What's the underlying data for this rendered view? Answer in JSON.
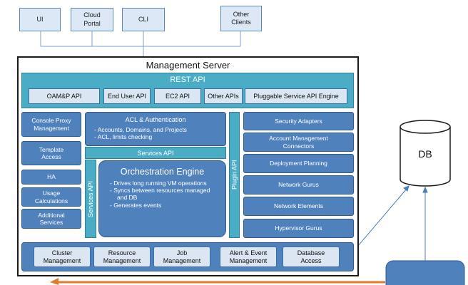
{
  "clients": [
    {
      "label": "UI"
    },
    {
      "label": "Cloud\nPortal"
    },
    {
      "label": "CLI"
    },
    {
      "label": "Other\nClients"
    }
  ],
  "server": {
    "title": "Management Server",
    "rest_api": {
      "title": "REST API",
      "apis": [
        "OAM&P API",
        "End User API",
        "EC2 API",
        "Other APIs",
        "Pluggable Service API Engine"
      ]
    },
    "left_column": [
      "Console Proxy\nManagement",
      "Template\nAccess",
      "HA",
      "Usage\nCalculations",
      "Additional\nServices"
    ],
    "acl": {
      "title": "ACL & Authentication",
      "items": [
        "Accounts, Domains, and Projects",
        "ACL, limits checking"
      ]
    },
    "services_api": "Services API",
    "services_api_vertical": "Services API",
    "plugin_api": "Plugin API",
    "orchestration": {
      "title": "Orchestration Engine",
      "items": [
        "Drives long running VM operations",
        "Syncs between resources managed and DB",
        "Generates events"
      ]
    },
    "right_column": [
      "Security Adapters",
      "Account Management\nConnectors",
      "Deployment Planning",
      "Network Gurus",
      "Network Elements",
      "Hypervisor Gurus"
    ],
    "bottom_row": [
      "Cluster\nManagement",
      "Resource\nManagement",
      "Job\nManagement",
      "Alert & Event\nManagement",
      "Database\nAccess"
    ]
  },
  "db": {
    "label": "DB"
  },
  "colors": {
    "primary": "#4f81bd",
    "accent": "#4bacc6",
    "light": "#dce6f2",
    "arrow_orange": "#e07b2a",
    "arrow_blue": "#4a7ebb"
  }
}
